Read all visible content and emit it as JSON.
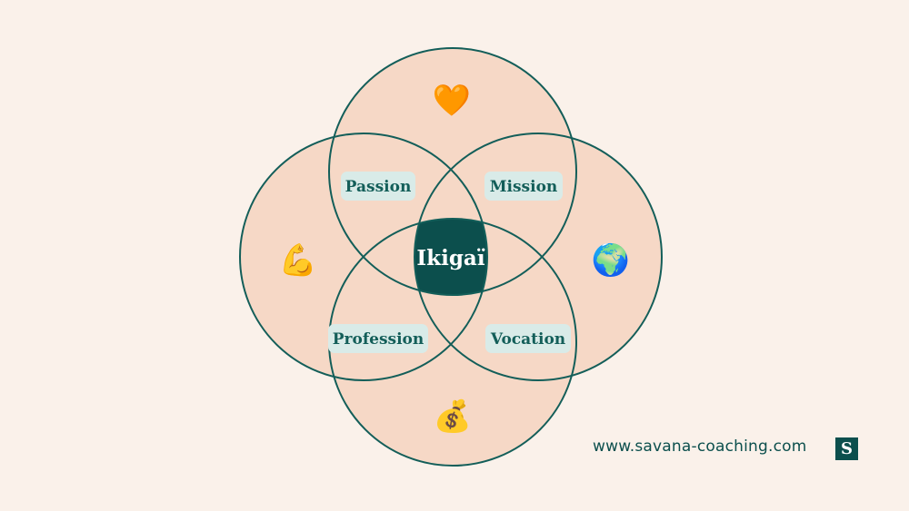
{
  "colors": {
    "background": "#faf1ea",
    "circle_fill": "#f6d8c6",
    "stroke": "#135e59",
    "center": "#0c4f4d",
    "label_bg": "#d9ebe8",
    "label_text": "#135e59"
  },
  "diagram": {
    "center_label": "Ikigaï",
    "labels": {
      "passion": "Passion",
      "mission": "Mission",
      "profession": "Profession",
      "vocation": "Vocation"
    },
    "icons": {
      "top": "🧡",
      "left": "💪",
      "right": "🌍",
      "bottom": "💰"
    }
  },
  "footer": {
    "website": "www.savana-coaching.com",
    "logo_letter": "S"
  }
}
